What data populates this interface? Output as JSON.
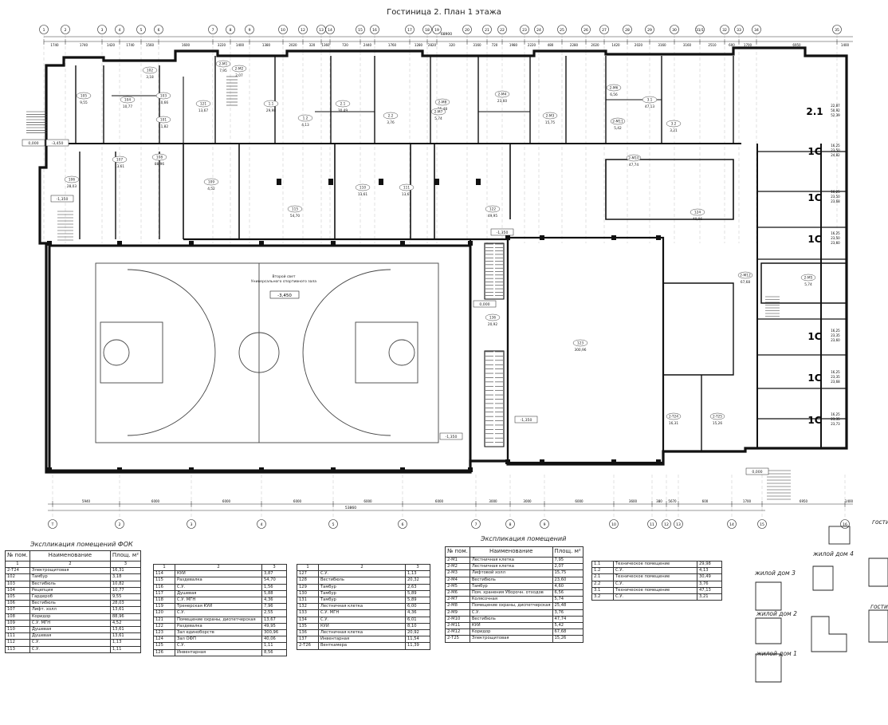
{
  "title": "Гостиница 2. План 1 этажа",
  "plan": {
    "rooms": [
      {
        "id": "105",
        "area": "9,55"
      },
      {
        "id": "104",
        "area": "10,77"
      },
      {
        "id": "103",
        "area": "10,66"
      },
      {
        "id": "101",
        "area": "11,82"
      },
      {
        "id": "102",
        "area": "3,18"
      },
      {
        "id": "121",
        "area": "13,67"
      },
      {
        "id": "2-M1",
        "area": "7,95"
      },
      {
        "id": "2-M2",
        "area": "2,07"
      },
      {
        "id": "1.1",
        "area": "29,98"
      },
      {
        "id": "1.2",
        "area": "4,13"
      },
      {
        "id": "2.1",
        "area": "30,49"
      },
      {
        "id": "2.2",
        "area": "3,76"
      },
      {
        "id": "2-M8",
        "area": "25,48"
      },
      {
        "id": "2-M7",
        "area": "5,74"
      },
      {
        "id": "2-M4",
        "area": "23,60"
      },
      {
        "id": "2-M3",
        "area": "15,75"
      },
      {
        "id": "2-M6",
        "area": "6,56"
      },
      {
        "id": "3.1",
        "area": "47,13"
      },
      {
        "id": "2-M11",
        "area": "5,42"
      },
      {
        "id": "3.2",
        "area": "3,21"
      },
      {
        "id": "106",
        "area": "28,03"
      },
      {
        "id": "107",
        "area": "13,61"
      },
      {
        "id": "108",
        "area": "88,96"
      },
      {
        "id": "109",
        "area": "4,52"
      },
      {
        "id": "115",
        "area": "54,70"
      },
      {
        "id": "110",
        "area": "13,61"
      },
      {
        "id": "111",
        "area": "13,61"
      },
      {
        "id": "122",
        "area": "49,95"
      },
      {
        "id": "123",
        "area": "300,96"
      },
      {
        "id": "124",
        "area": "40,06"
      },
      {
        "id": "2-M12",
        "area": "67,68"
      },
      {
        "id": "2-M5",
        "area": "5,74"
      },
      {
        "id": "2-M10",
        "area": "47,74"
      },
      {
        "id": "136",
        "area": "20,92"
      },
      {
        "id": "2-T24",
        "area": "16,31"
      },
      {
        "id": "2-T25",
        "area": "15,26"
      }
    ],
    "void_label": "Второй свет\nУниверсального спортивного зала",
    "levels": [
      "-3,450",
      "-1,350",
      "0,000"
    ],
    "apartments": [
      {
        "type": "2.1",
        "areas": [
          "22,87",
          "50,92",
          "52,39"
        ]
      },
      {
        "type": "1С",
        "areas": [
          "16,25",
          "23,50",
          "24,82"
        ]
      },
      {
        "type": "1С",
        "areas": [
          "16,25",
          "23,50",
          "23,68"
        ]
      },
      {
        "type": "1С",
        "areas": [
          "16,25",
          "23,50",
          "23,60"
        ]
      },
      {
        "type": "1С",
        "areas": [
          "16,25",
          "23,35",
          "23,60"
        ]
      },
      {
        "type": "1С",
        "areas": [
          "16,25",
          "23,35",
          "23,68"
        ]
      },
      {
        "type": "1С",
        "areas": [
          "16,25",
          "23,35",
          "23,73"
        ]
      }
    ],
    "axes_top": [
      "1",
      "2",
      "3",
      "4",
      "5",
      "6",
      "7",
      "8",
      "9",
      "10",
      "12",
      "13",
      "14",
      "15",
      "16",
      "17",
      "18",
      "19",
      "20",
      "21",
      "22",
      "23",
      "24",
      "25",
      "26",
      "27",
      "28",
      "29",
      "30",
      "31/1",
      "32",
      "33",
      "34",
      "35"
    ],
    "axes_bottom": [
      "Т",
      "2",
      "3",
      "4",
      "5",
      "6",
      "7",
      "8",
      "9",
      "10",
      "11",
      "12",
      "13",
      "14",
      "15",
      "16"
    ],
    "dims_top": [
      "1740",
      "1740",
      "1420",
      "1740",
      "1560",
      "1600",
      "3220",
      "1400",
      "1380",
      "2020",
      "320",
      "1360",
      "720",
      "2440",
      "1760",
      "1280",
      "2820",
      "320",
      "3160",
      "720",
      "1980",
      "2220",
      "480",
      "2280",
      "2020",
      "1420",
      "2020",
      "3160",
      "3160",
      "2510",
      "600",
      "1700",
      "6950",
      "1400"
    ],
    "dims_bottom": [
      "5940",
      "6000",
      "6000",
      "6000",
      "6000",
      "6000",
      "3000",
      "3000",
      "6000",
      "3600",
      "380",
      "5670",
      "600",
      "1700",
      "6950",
      "1400"
    ],
    "total_top": "68900",
    "total_bottom": "53860"
  },
  "tables": [
    {
      "caption": "Экспликация помещений ФОК",
      "header": [
        "№ пом.",
        "Наименование",
        "Площ. м²"
      ],
      "colnums": [
        "1",
        "2",
        "3"
      ],
      "rows": [
        [
          "2-Т24",
          "Электрощитовая",
          "16,31"
        ],
        [
          "102",
          "Тамбур",
          "3,18"
        ],
        [
          "103",
          "Вестибюль",
          "10,82"
        ],
        [
          "104",
          "Рецепция",
          "10,77"
        ],
        [
          "105",
          "Гардероб",
          "9,55"
        ],
        [
          "106",
          "Вестибюль",
          "28,03"
        ],
        [
          "107",
          "Лифт. холл",
          "13,61"
        ],
        [
          "108",
          "Коридор",
          "88,96"
        ],
        [
          "109",
          "С.У. МГН",
          "4,52"
        ],
        [
          "110",
          "Душевая",
          "13,61"
        ],
        [
          "111",
          "Душевая",
          "13,61"
        ],
        [
          "112",
          "С.У.",
          "1,13"
        ],
        [
          "113",
          "С.У.",
          "1,11"
        ]
      ]
    },
    {
      "caption": "",
      "header": [],
      "colnums": [
        "1",
        "2",
        "3"
      ],
      "rows": [
        [
          "114",
          "КУИ",
          "3,87"
        ],
        [
          "115",
          "Раздевалка",
          "54,70"
        ],
        [
          "116",
          "С.У.",
          "1,56"
        ],
        [
          "117",
          "Душевая",
          "5,88"
        ],
        [
          "118",
          "С.У. МГН",
          "4,36"
        ],
        [
          "119",
          "Тренерская КУИ",
          "7,96"
        ],
        [
          "120",
          "С.У.",
          "2,55"
        ],
        [
          "121",
          "Помещение охраны, диспетчерская",
          "13,67"
        ],
        [
          "122",
          "Раздевалка",
          "49,95"
        ],
        [
          "123",
          "Зал единоборств",
          "300,96"
        ],
        [
          "124",
          "Зал ОФП",
          "40,06"
        ],
        [
          "125",
          "С.У.",
          "1,11"
        ],
        [
          "126",
          "Инвентарная",
          "8,56"
        ]
      ]
    },
    {
      "caption": "",
      "header": [],
      "colnums": [
        "1",
        "2",
        "3"
      ],
      "rows": [
        [
          "127",
          "С.У.",
          "1,13"
        ],
        [
          "128",
          "Вестибюль",
          "20,32"
        ],
        [
          "129",
          "Тамбур",
          "2,63"
        ],
        [
          "130",
          "Тамбур",
          "5,89"
        ],
        [
          "131",
          "Тамбур",
          "5,89"
        ],
        [
          "132",
          "Лестничная клетка",
          "6,00"
        ],
        [
          "133",
          "С.У. МГН",
          "4,36"
        ],
        [
          "134",
          "С.У.",
          "6,01"
        ],
        [
          "135",
          "КУИ",
          "8,10"
        ],
        [
          "136",
          "Лестничная клетка",
          "20,92"
        ],
        [
          "137",
          "Инвентарная",
          "11,54"
        ],
        [
          "2-Т26",
          "Венткамера",
          "11,39"
        ]
      ]
    },
    {
      "caption": "Экспликация помещений",
      "header": [
        "№ пом.",
        "Наименование",
        "Площ. м²"
      ],
      "colnums": [],
      "rows": [
        [
          "2-М1",
          "Лестничная клетка",
          "7,95"
        ],
        [
          "2-М2",
          "Лестничная клетка",
          "2,07"
        ],
        [
          "2-М3",
          "Лифтовой холл",
          "15,75"
        ],
        [
          "2-М4",
          "Вестибюль",
          "23,60"
        ],
        [
          "2-М5",
          "Тамбур",
          "4,60"
        ],
        [
          "2-М6",
          "Пом. хранения Уборочн. отходов",
          "6,56"
        ],
        [
          "2-М7",
          "Колясочная",
          "5,74"
        ],
        [
          "2-М8",
          "Помещение охраны, диспетчерская",
          "25,48"
        ],
        [
          "2-М9",
          "С.У.",
          "3,76"
        ],
        [
          "2-М10",
          "Вестибюль",
          "47,74"
        ],
        [
          "2-М11",
          "КУИ",
          "5,42"
        ],
        [
          "2-М12",
          "Коридор",
          "67,68"
        ],
        [
          "2-Т25",
          "Электрощитовая",
          "15,26"
        ]
      ]
    },
    {
      "caption": "",
      "header": [],
      "colnums": [],
      "rows": [
        [
          "1.1",
          "Техническое помещение",
          "29,98"
        ],
        [
          "1.2",
          "С.У.",
          "4,13"
        ],
        [
          "2.1",
          "Техническое помещение",
          "30,49"
        ],
        [
          "2.2",
          "С.У.",
          "3,76"
        ],
        [
          "3.1",
          "Техническое помещение",
          "47,13"
        ],
        [
          "3.2",
          "С.У.",
          "3,21"
        ]
      ]
    }
  ],
  "key_plan": {
    "labels": [
      "жилой дом 4",
      "жилой дом 3",
      "жилой дом 2",
      "жилой дом 1",
      "гости",
      "гости"
    ]
  }
}
